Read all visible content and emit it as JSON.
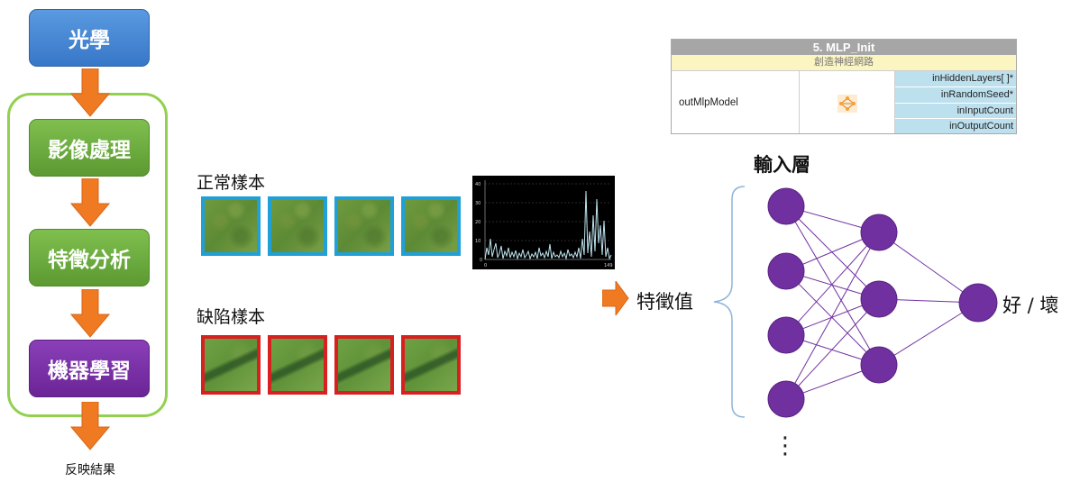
{
  "flow": {
    "step1": "光學",
    "step2": "影像處理",
    "step3": "特徵分析",
    "step4": "機器學習",
    "result": "反映結果"
  },
  "samples": {
    "normal_label": "正常樣本",
    "defect_label": "缺陷樣本"
  },
  "histogram": {
    "y_ticks": [
      "40",
      "30",
      "20",
      "10",
      "0"
    ],
    "x_ticks": [
      "0",
      "149"
    ]
  },
  "mlp_node": {
    "title": "5. MLP_Init",
    "subtitle": "創造神經網路",
    "output": "outMlpModel",
    "params": [
      "inHiddenLayers[ ]*",
      "inRandomSeed*",
      "inInputCount",
      "inOutputCount"
    ]
  },
  "network": {
    "input_layer_label": "輸入層",
    "feature_label": "特徵值",
    "output_label": "好 / 壞",
    "ellipsis": "⋮"
  },
  "colors": {
    "optics_box": "#3f82cf",
    "process_box": "#6aab3c",
    "ml_box": "#7a2faa",
    "arrow": "#f07a22",
    "loop": "#92d050",
    "normal_border": "#1fa0d8",
    "defect_border": "#d92020",
    "neuron": "#7030a0",
    "brace": "#8fb4d8"
  }
}
